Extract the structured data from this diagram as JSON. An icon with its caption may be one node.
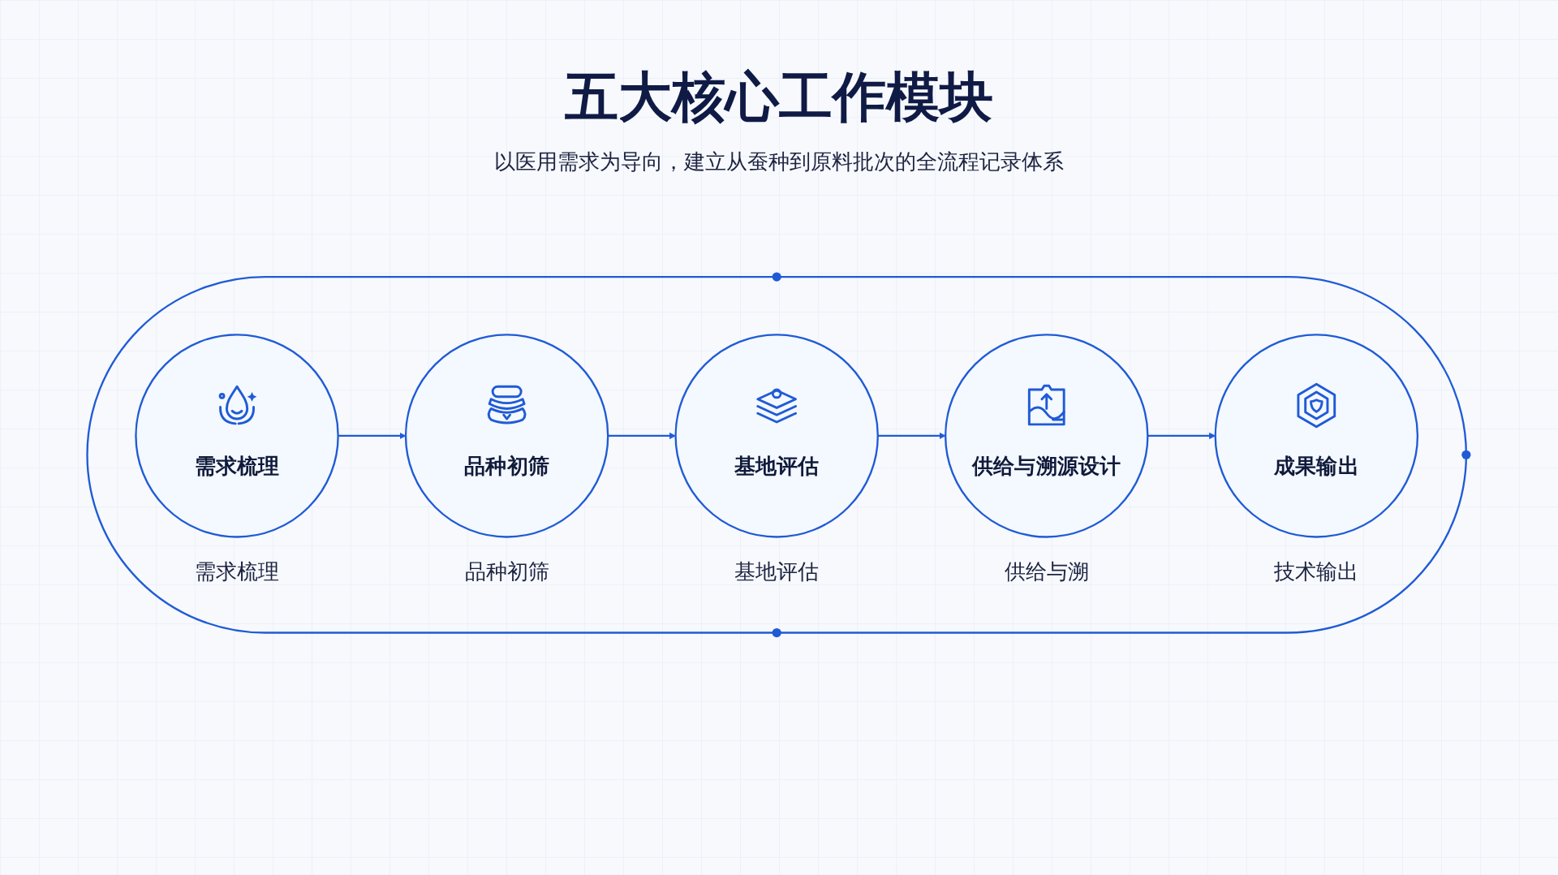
{
  "diagram": {
    "title": "五大核心工作模块",
    "nodes": [
      {
        "text": [],
        "shape": "stadium"
      },
      {
        "text": [
          "需求梳理"
        ],
        "in": 0,
        "beside": [
          "需求梳理"
        ]
      },
      {
        "text": [
          "品种初筛"
        ],
        "in": 0,
        "beside": [
          "品种初筛"
        ]
      },
      {
        "text": [
          "基地评估"
        ],
        "in": 0,
        "beside": [
          "基地评估"
        ]
      },
      {
        "text": [
          "供给与溯源设计"
        ],
        "in": 0,
        "beside": [
          "供给与溯"
        ]
      },
      {
        "text": [
          "成果输出"
        ],
        "in": 0,
        "beside": [
          "技术输出"
        ]
      }
    ],
    "edges": [
      {
        "from": 1,
        "to": 2,
        "arrow": "to"
      },
      {
        "from": 2,
        "to": 3,
        "arrow": "to"
      },
      {
        "from": 3,
        "to": 4,
        "arrow": "to"
      },
      {
        "from": 4,
        "to": 5,
        "arrow": "to"
      }
    ],
    "labels": [
      "以医用需求为导向，建立从蚕种到原料批次的全流程记录体系"
    ]
  }
}
